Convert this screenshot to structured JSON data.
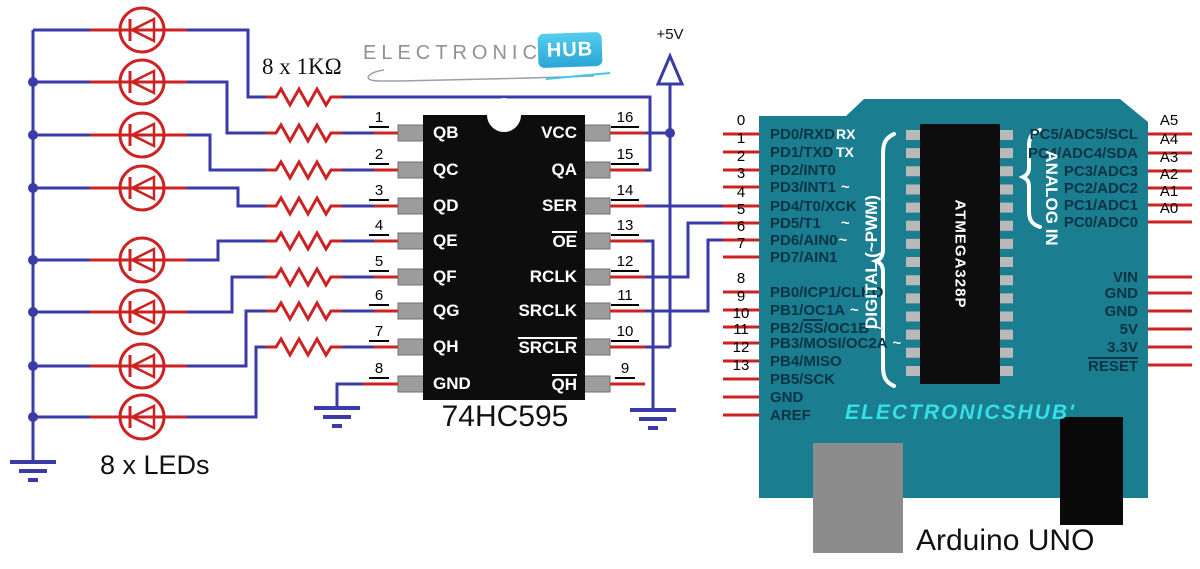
{
  "labels": {
    "resistor_note": "8 x 1KΩ",
    "led_note": "8 x LEDs",
    "supply": "+5V"
  },
  "logo": {
    "electronics": "ELECTRONICS",
    "hub": "HUB"
  },
  "chip": {
    "name": "74HC595",
    "left_pins": [
      {
        "num": "1",
        "name": "QB"
      },
      {
        "num": "2",
        "name": "QC"
      },
      {
        "num": "3",
        "name": "QD"
      },
      {
        "num": "4",
        "name": "QE"
      },
      {
        "num": "5",
        "name": "QF"
      },
      {
        "num": "6",
        "name": "QG"
      },
      {
        "num": "7",
        "name": "QH"
      },
      {
        "num": "8",
        "name": "GND"
      }
    ],
    "right_pins": [
      {
        "num": "16",
        "name": "VCC"
      },
      {
        "num": "15",
        "name": "QA"
      },
      {
        "num": "14",
        "name": "SER"
      },
      {
        "num": "13",
        "name": "OE"
      },
      {
        "num": "12",
        "name": "RCLK"
      },
      {
        "num": "11",
        "name": "SRCLK"
      },
      {
        "num": "10",
        "name": "SRCLR"
      },
      {
        "num": "9",
        "name": "QH"
      }
    ]
  },
  "arduino": {
    "name": "Arduino UNO",
    "silkscreen": "ELECTRONICSHUB'",
    "mcu": "ATMEGA328P",
    "digital_group": "DIGITAL (~PWM)",
    "analog_group": "ANALOG IN",
    "rx": "RX",
    "tx": "TX",
    "digital_pins": [
      {
        "num": "0",
        "pre": "PD0/RXD",
        "over": "",
        "post": "",
        "pwm": ""
      },
      {
        "num": "1",
        "pre": "PD1/TXD",
        "over": "",
        "post": "",
        "pwm": ""
      },
      {
        "num": "2",
        "pre": "PD2/INT0",
        "over": "",
        "post": "",
        "pwm": ""
      },
      {
        "num": "3",
        "pre": "PD3/INT1",
        "over": "",
        "post": "",
        "pwm": "~"
      },
      {
        "num": "4",
        "pre": "PD4/T0/XCK",
        "over": "",
        "post": "",
        "pwm": ""
      },
      {
        "num": "5",
        "pre": "PD5/T1",
        "over": "",
        "post": "",
        "pwm": "~"
      },
      {
        "num": "6",
        "pre": "PD6/AIN0",
        "over": "",
        "post": "",
        "pwm": "~"
      },
      {
        "num": "7",
        "pre": "PD7/AIN1",
        "over": "",
        "post": "",
        "pwm": ""
      },
      {
        "num": "8",
        "pre": "PB0/ICP1/CLKO",
        "over": "",
        "post": "",
        "pwm": ""
      },
      {
        "num": "9",
        "pre": "PB1/OC1A",
        "over": "",
        "post": "",
        "pwm": "~"
      },
      {
        "num": "10",
        "pre": "PB2/",
        "over": "SS",
        "post": "/OC1B",
        "pwm": "~"
      },
      {
        "num": "11",
        "pre": "PB3/MOSI/OC2A",
        "over": "",
        "post": "",
        "pwm": "~"
      },
      {
        "num": "12",
        "pre": "PB4/MISO",
        "over": "",
        "post": "",
        "pwm": ""
      },
      {
        "num": "13",
        "pre": "PB5/SCK",
        "over": "",
        "post": "",
        "pwm": ""
      }
    ],
    "left_power": [
      "GND",
      "AREF"
    ],
    "analog_pins": [
      {
        "num": "A5",
        "label": "PC5/ADC5/SCL"
      },
      {
        "num": "A4",
        "label": "PC4/ADC4/SDA"
      },
      {
        "num": "A3",
        "label": "PC3/ADC3"
      },
      {
        "num": "A2",
        "label": "PC2/ADC2"
      },
      {
        "num": "A1",
        "label": "PC1/ADC1"
      },
      {
        "num": "A0",
        "label": "PC0/ADC0"
      }
    ],
    "right_power": [
      "VIN",
      "GND",
      "GND",
      "5V",
      "3.3V",
      "RESET"
    ]
  },
  "colors": {
    "board_teal": "#1A7E90",
    "wire_blue": "#3B3BA8",
    "wire_red": "#CC2222",
    "silkscreen_cyan": "#35DFE8",
    "label_navy": "#0B3346",
    "hub_cyan": "#2aa6d8",
    "pin_gray": "#9c9c9c"
  }
}
